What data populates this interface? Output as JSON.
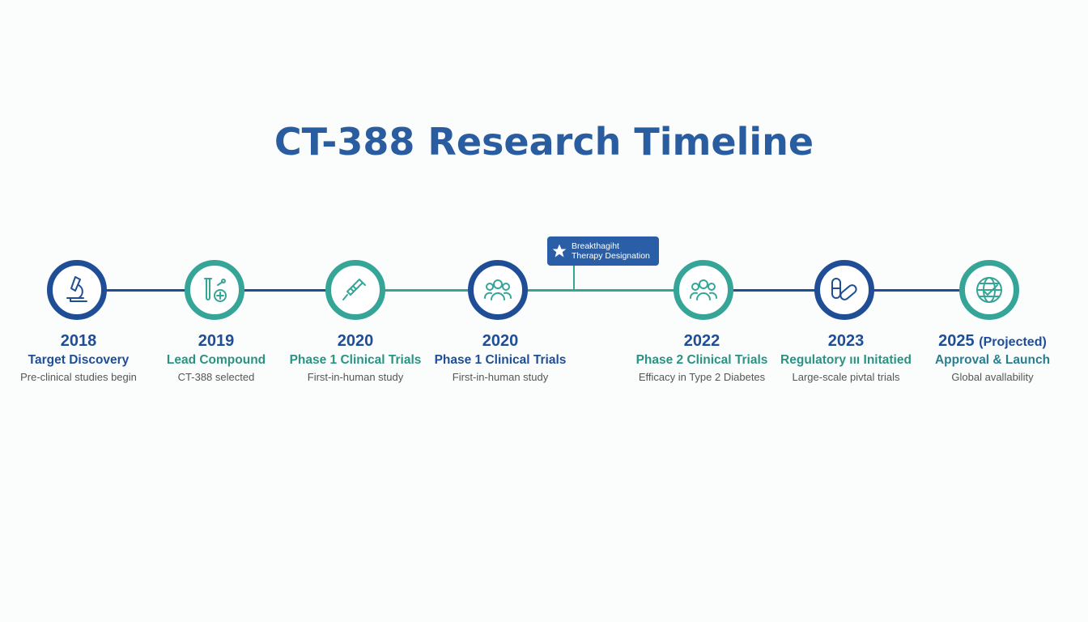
{
  "title": "CT-388 Research Timeline",
  "badge": {
    "line1": "Breakthagiht",
    "line2": "Therapy Designation",
    "icon": "star-icon"
  },
  "milestones": [
    {
      "year": "2018",
      "title": "Target Discovery",
      "desc": "Pre-clinical studies begin",
      "icon": "microscope-icon"
    },
    {
      "year": "2019",
      "title": "Lead Compound",
      "desc": "CT-388 selected",
      "icon": "flask-icon"
    },
    {
      "year": "2020",
      "title": "Phase 1 Clinical Trials",
      "desc": "First-in-human study",
      "icon": "syringe-icon"
    },
    {
      "year": "2020",
      "title": "Phase 1 Clinical Trials",
      "desc": "First-in-human study",
      "icon": "people-icon"
    },
    {
      "year": "2022",
      "title": "Phase 2 Clinical Trials",
      "desc": "Efficacy in Type 2 Diabetes",
      "icon": "people-icon"
    },
    {
      "year": "2023",
      "title": "Regulatory ııı Initatied",
      "desc": "Large-scale pivtal trials",
      "icon": "pill-icon"
    },
    {
      "year": "2025",
      "year_note": "(Projected)",
      "title": "Approval & Launch",
      "desc": "Global avallability",
      "icon": "globe-check-icon"
    }
  ],
  "colors": {
    "blue": "#1f4e96",
    "teal": "#35a598"
  }
}
